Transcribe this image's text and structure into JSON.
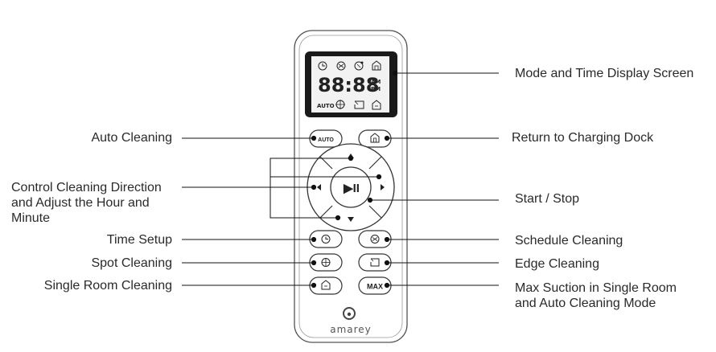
{
  "labels": {
    "mode_time_display": "Mode and Time Display Screen",
    "auto_cleaning": "Auto Cleaning",
    "return_dock": "Return to Charging Dock",
    "control_direction": [
      "Control Cleaning Direction",
      "and Adjust the Hour and",
      "Minute"
    ],
    "start_stop": "Start / Stop",
    "time_setup": "Time Setup",
    "schedule_cleaning": "Schedule Cleaning",
    "spot_cleaning": "Spot Cleaning",
    "edge_cleaning": "Edge Cleaning",
    "single_room": "Single Room Cleaning",
    "max_suction": [
      "Max Suction in Single Room",
      "and Auto Cleaning Mode"
    ]
  },
  "display": {
    "time": "88:88",
    "am": "AM",
    "pm": "PM",
    "auto": "AUTO"
  },
  "buttons": {
    "auto": "AUTO",
    "max": "MAX",
    "play_pause": "▶II"
  },
  "brand": "amarey"
}
